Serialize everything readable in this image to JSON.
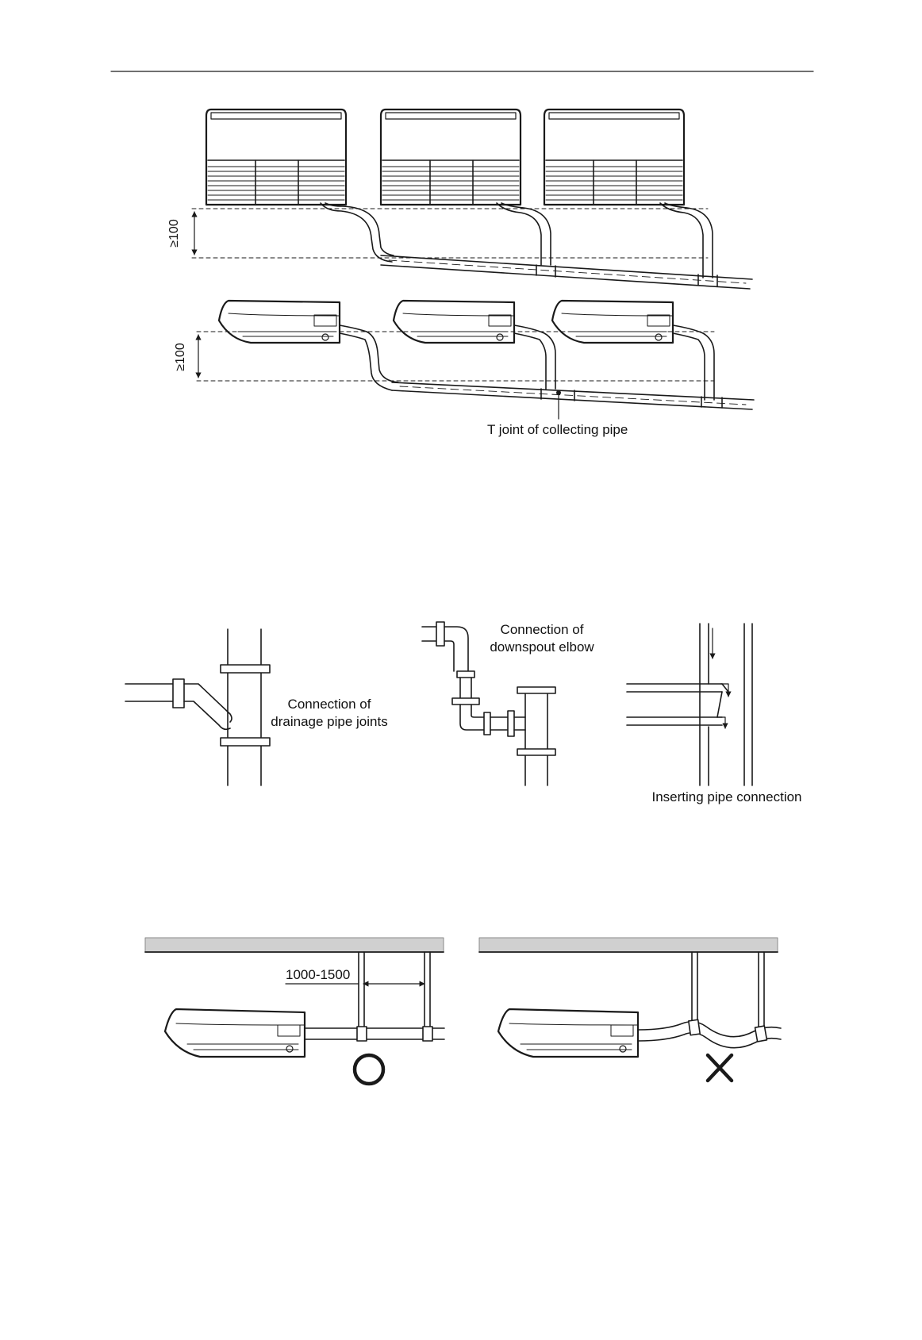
{
  "figure1": {
    "dimension_top": "≥100",
    "dimension_bottom": "≥100",
    "t_joint_label": "T joint of collecting pipe"
  },
  "figure2": {
    "drainage_label_line1": "Connection of",
    "drainage_label_line2": "drainage pipe joints",
    "downspout_label_line1": "Connection of",
    "downspout_label_line2": "downspout elbow",
    "inserting_label": "Inserting pipe connection"
  },
  "figure3": {
    "spacing_label": "1000-1500",
    "correct_mark": "O",
    "wrong_mark": "X"
  },
  "colors": {
    "line": "#1a1a1a",
    "ceiling": "#d0d0d0"
  }
}
